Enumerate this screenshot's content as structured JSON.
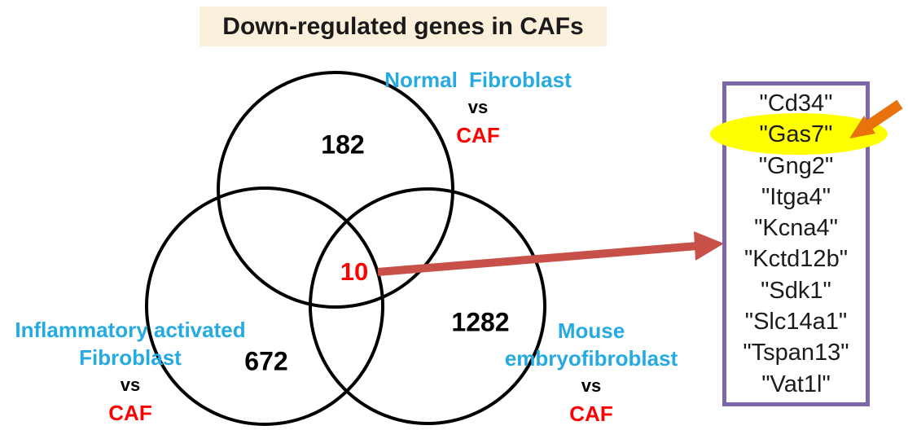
{
  "title": {
    "text": "Down-regulated genes in CAFs",
    "bg_color": "#FBF0DC",
    "text_color": "#1a1a1a"
  },
  "venn": {
    "sets": [
      {
        "id": "normal-fibroblast",
        "label_lines": [
          "Normal Fibroblast"
        ],
        "vs": "vs",
        "target": "CAF",
        "count": "182"
      },
      {
        "id": "inflammatory-activated-fibroblast",
        "label_lines": [
          "Inflammatory activated",
          "Fibroblast"
        ],
        "vs": "vs",
        "target": "CAF",
        "count": "672"
      },
      {
        "id": "mouse-embryofibroblast",
        "label_lines": [
          "Mouse",
          "embryofibroblast"
        ],
        "vs": "vs",
        "target": "CAF",
        "count": "1282"
      }
    ],
    "intersection_count": "10",
    "colors": {
      "circle_stroke": "#000000",
      "set_label": "#25AAE1",
      "caf_label": "#FF0000",
      "count": "#000000",
      "intersection_count": "#FF0000"
    }
  },
  "gene_list": {
    "genes": [
      "\"Cd34\"",
      "\"Gas7\"",
      "\"Gng2\"",
      "\"Itga4\"",
      "\"Kcna4\"",
      "\"Kctd12b\"",
      "\"Sdk1\"",
      "\"Slc14a1\"",
      "\"Tspan13\"",
      "\"Vat1l\""
    ],
    "highlighted_gene": "\"Gas7\"",
    "box_border_color": "#7C68A8",
    "highlight_color": "#FFFF00"
  },
  "annotations": {
    "main_arrow": {
      "from": "10",
      "to_box": "gene list",
      "color": "#C75048"
    },
    "highlight_arrow": {
      "points_to": "\"Gas7\"",
      "color": "#E8720C"
    }
  }
}
